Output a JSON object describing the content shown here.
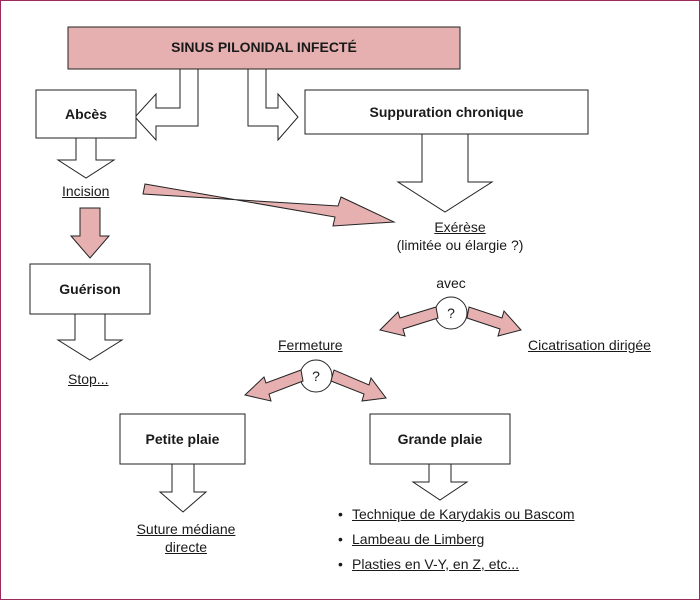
{
  "colors": {
    "pink_fill": "#e6b0b0",
    "border": "#9c2a5a",
    "stroke": "#222222"
  },
  "title": "SINUS PILONIDAL INFECTÉ",
  "boxes": {
    "abces": "Abcès",
    "suppuration": "Suppuration chronique",
    "guerison": "Guérison",
    "petite_plaie": "Petite plaie",
    "grande_plaie": "Grande plaie"
  },
  "labels": {
    "incision": "Incision",
    "exerese": "Exérèse",
    "exerese_sub": "(limitée ou élargie ?)",
    "avec": "avec",
    "question": "?",
    "fermeture": "Fermeture",
    "cicatrisation": "Cicatrisation dirigée",
    "stop": "Stop...",
    "suture_line1": "Suture médiane",
    "suture_line2": "directe"
  },
  "techniques": [
    "Technique de Karydakis ou Bascom",
    "Lambeau de Limberg",
    "Plasties en V-Y, en Z, etc..."
  ]
}
